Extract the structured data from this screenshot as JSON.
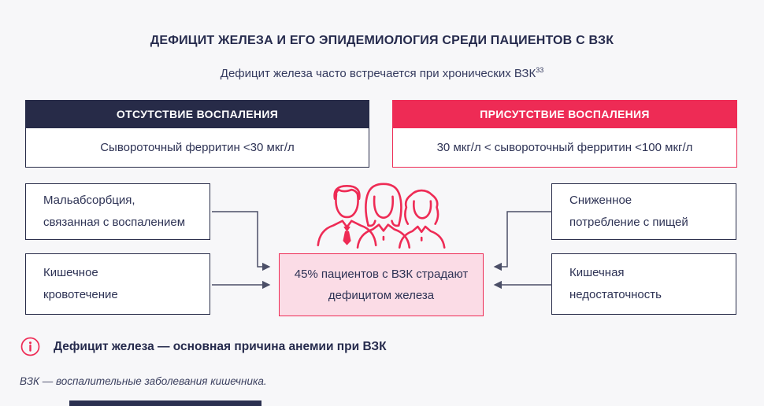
{
  "page": {
    "title": "ДЕФИЦИТ ЖЕЛЕЗА И ЕГО ЭПИДЕМИОЛОГИЯ СРЕДИ ПАЦИЕНТОВ С ВЗК",
    "subtitle": "Дефицит железа часто встречается при хронических ВЗК",
    "subtitle_superscript": "33"
  },
  "columns": {
    "left": {
      "header": "ОТСУТСТВИЕ ВОСПАЛЕНИЯ",
      "value": "Сывороточный ферритин <30 мкг/л"
    },
    "right": {
      "header": "ПРИСУТСТВИЕ ВОСПАЛЕНИЯ",
      "value": "30 мкг/л < сывороточный ферритин <100 мкг/л"
    }
  },
  "causes": {
    "left": [
      {
        "line1": "Мальабсорбция,",
        "line2": "связанная с воспалением"
      },
      {
        "line1": "Кишечное",
        "line2": "кровотечение"
      }
    ],
    "right": [
      {
        "line1": "Сниженное",
        "line2": "потребление с пищей"
      },
      {
        "line1": "Кишечная",
        "line2": "недостаточность"
      }
    ]
  },
  "center": {
    "icon": "people-group-icon",
    "statement_line1": "45% пациентов с ВЗК страдают",
    "statement_line2": "дефицитом железа"
  },
  "note": {
    "icon": "info-icon",
    "text": "Дефицит железа — основная причина анемии при ВЗК"
  },
  "footnote": "ВЗК — воспалительные заболевания кишечника.",
  "colors": {
    "navy": "#272b48",
    "pink": "#ee2b55",
    "pink_light": "#fbdce6",
    "background": "#f7f7f9",
    "arrow": "#4b4f67",
    "text": "#2e3355"
  }
}
